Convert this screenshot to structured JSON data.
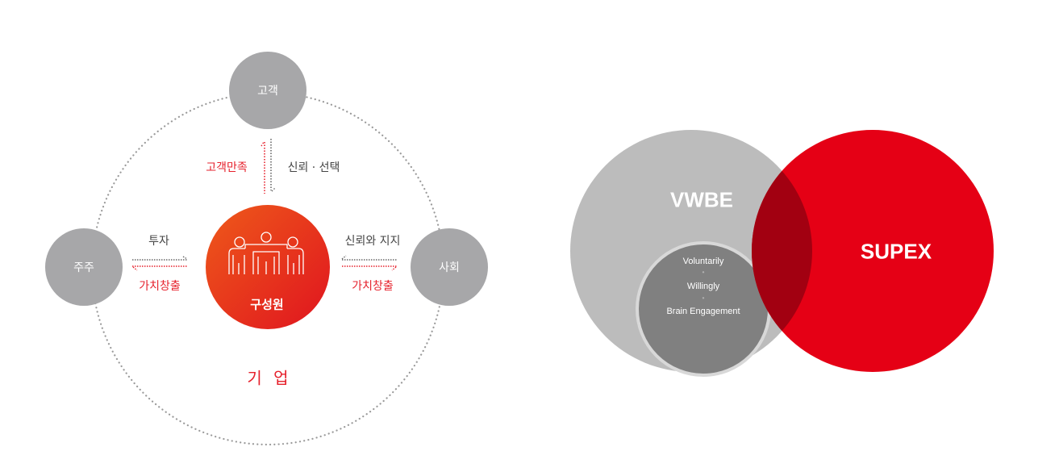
{
  "left_diagram": {
    "company_label": "기 업",
    "core": {
      "label": "구성원",
      "icon": "people-group-icon"
    },
    "nodes": {
      "top": {
        "label": "고객"
      },
      "left": {
        "label": "주주"
      },
      "right": {
        "label": "사회"
      }
    },
    "flows": {
      "top": {
        "to_core": "신뢰 · 선택",
        "from_core": "고객만족"
      },
      "left": {
        "to_core": "투자",
        "from_core": "가치창출"
      },
      "right": {
        "to_core": "신뢰와 지지",
        "from_core": "가치창출"
      }
    }
  },
  "right_diagram": {
    "left_circle": {
      "title": "VWBE",
      "items": [
        "Voluntarily",
        "Willingly",
        "Brain Engagement"
      ],
      "separator": "•"
    },
    "right_circle": {
      "title": "SUPEX"
    }
  },
  "colors": {
    "node_grey": "#a7a7a9",
    "core_red_start": "#ea4a1c",
    "core_red_end": "#e01a22",
    "accent_red": "#e6212c",
    "vwbe_grey": "#bcbcbc",
    "inner_grey": "#808080",
    "supex_red": "#e50015",
    "overlap_red": "#a20011",
    "dotted_grey": "#9a9a9a"
  }
}
